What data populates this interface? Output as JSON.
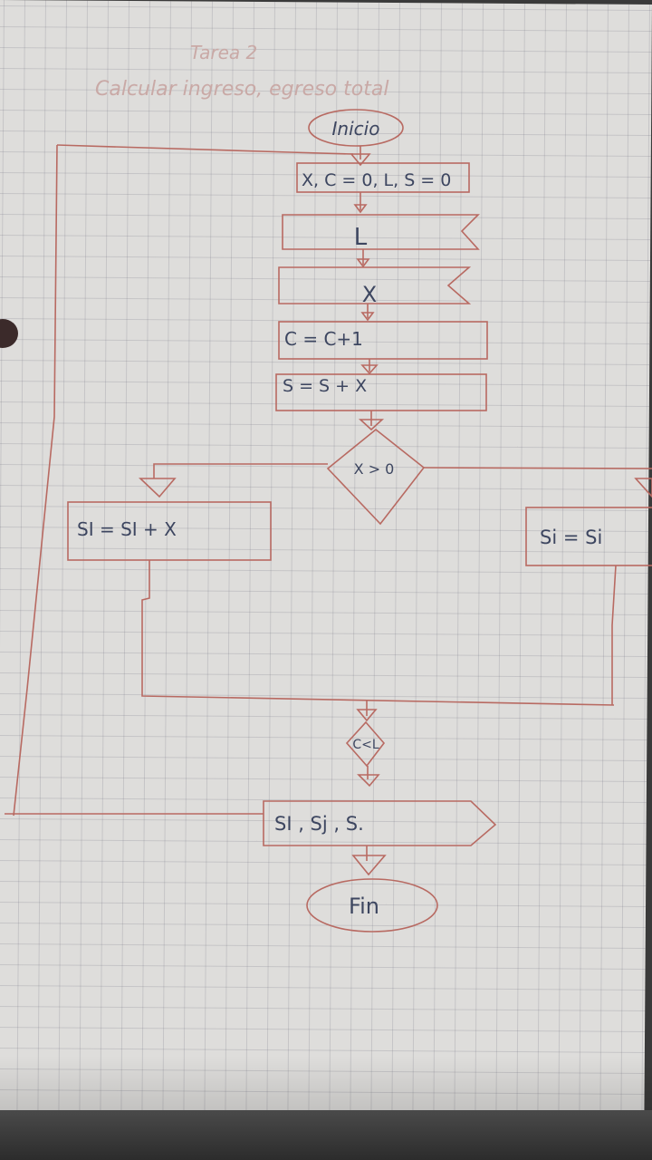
{
  "header": {
    "line1": "Tarea 2",
    "line2": "Calcular ingreso, egreso total"
  },
  "flowchart": {
    "start": "Inicio",
    "init": "X, C = 0, L, S = 0",
    "input_l": "L",
    "input_x": "X",
    "counter": "C = C+1",
    "sum": "S = S + X",
    "decision": "X > 0",
    "left_branch": "SI = SI + X",
    "right_branch": "Si = Si",
    "loop_condition": "C<L",
    "output": "SI , Sj , S.",
    "end": "Fin"
  },
  "colors": {
    "paper": "#dedddb",
    "grid": "#8c8c9c",
    "ink": "#3d4660",
    "red_pen": "#b86a62"
  }
}
